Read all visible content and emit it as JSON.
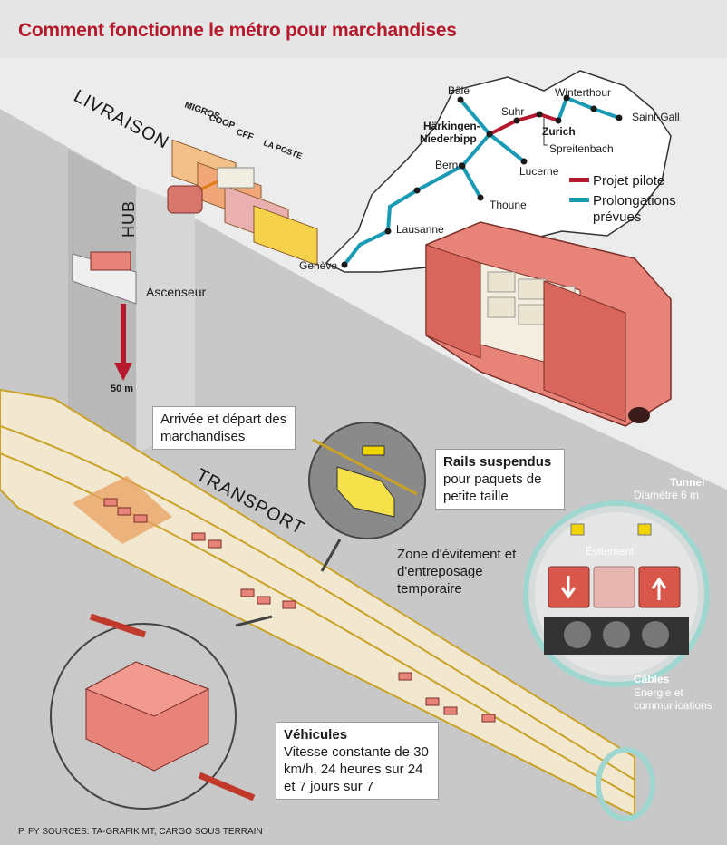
{
  "title": "Comment fonctionne le métro pour marchandises",
  "credits": "P. FY SOURCES: TA-GRAFIK MT, CARGO SOUS TERRAIN",
  "sections": {
    "livraison": "LIVRAISON",
    "hub": "HUB",
    "transport": "TRANSPORT"
  },
  "trucks": [
    "MIGROS",
    "COOP",
    "CFF",
    "LA POSTE"
  ],
  "elevator": {
    "label": "Ascenseur",
    "depth": "50 m"
  },
  "map": {
    "cities": [
      "Bâle",
      "Härkingen-\nNiederbipp",
      "Suhr",
      "Zurich",
      "Spreitenbach",
      "Winterthour",
      "Saint-Gall",
      "Lucerne",
      "Berne",
      "Thoune",
      "Lausanne",
      "Genève"
    ],
    "legend": {
      "pilot": "Projet pilote",
      "extensions": "Prolongations prévues"
    },
    "colors": {
      "pilot": "#b5192b",
      "extensions": "#1a9bb5"
    }
  },
  "labels": {
    "arrival": "Arrivée et départ des marchandises",
    "rails_title": "Rails suspendus",
    "rails_text": "pour paquets de petite taille",
    "zone": "Zone d'évitement et d'entreposage temporaire",
    "vehicles_title": "Véhicules",
    "vehicles_text": "Vitesse constante de 30 km/h, 24 heures sur 24 et 7 jours sur 7"
  },
  "tunnel": {
    "title": "Tunnel",
    "diameter": "Diamètre 6 m",
    "bypass": "Évitement",
    "cables_title": "Câbles",
    "cables_text": "Energie et communications"
  }
}
